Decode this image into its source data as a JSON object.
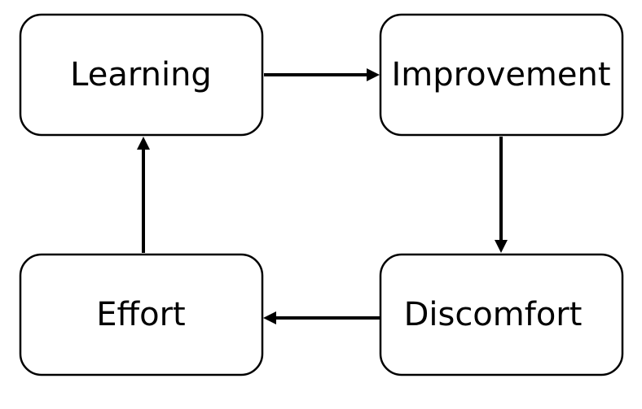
{
  "diagram": {
    "nodes": [
      {
        "id": "learning",
        "label": "Learning"
      },
      {
        "id": "improvement",
        "label": "Improvement"
      },
      {
        "id": "discomfort",
        "label": "Discomfort"
      },
      {
        "id": "effort",
        "label": "Effort"
      }
    ],
    "edges": [
      {
        "from": "learning",
        "to": "improvement"
      },
      {
        "from": "improvement",
        "to": "discomfort"
      },
      {
        "from": "discomfort",
        "to": "effort"
      },
      {
        "from": "effort",
        "to": "learning"
      }
    ],
    "colors": {
      "stroke": "#000000",
      "fill": "#ffffff",
      "text": "#000000"
    }
  }
}
